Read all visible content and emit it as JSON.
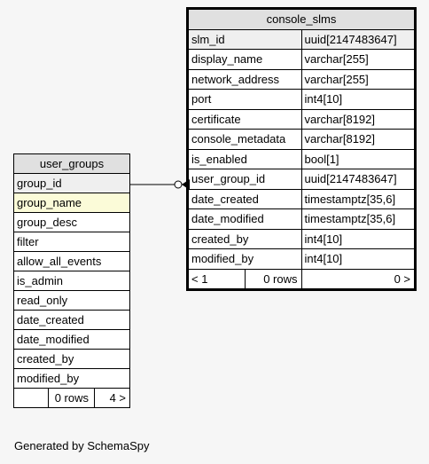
{
  "footer": "Generated by SchemaSpy",
  "user_groups": {
    "title": "user_groups",
    "columns": [
      "group_id",
      "group_name",
      "group_desc",
      "filter",
      "allow_all_events",
      "is_admin",
      "read_only",
      "date_created",
      "date_modified",
      "created_by",
      "modified_by"
    ],
    "footer": {
      "left": "",
      "rows": "0 rows",
      "right": "4 >"
    }
  },
  "console_slms": {
    "title": "console_slms",
    "columns": [
      {
        "name": "slm_id",
        "type": "uuid[2147483647]"
      },
      {
        "name": "display_name",
        "type": "varchar[255]"
      },
      {
        "name": "network_address",
        "type": "varchar[255]"
      },
      {
        "name": "port",
        "type": "int4[10]"
      },
      {
        "name": "certificate",
        "type": "varchar[8192]"
      },
      {
        "name": "console_metadata",
        "type": "varchar[8192]"
      },
      {
        "name": "is_enabled",
        "type": "bool[1]"
      },
      {
        "name": "user_group_id",
        "type": "uuid[2147483647]"
      },
      {
        "name": "date_created",
        "type": "timestamptz[35,6]"
      },
      {
        "name": "date_modified",
        "type": "timestamptz[35,6]"
      },
      {
        "name": "created_by",
        "type": "int4[10]"
      },
      {
        "name": "modified_by",
        "type": "int4[10]"
      }
    ],
    "footer": {
      "left": "< 1",
      "rows": "0 rows",
      "right": "0 >"
    }
  }
}
